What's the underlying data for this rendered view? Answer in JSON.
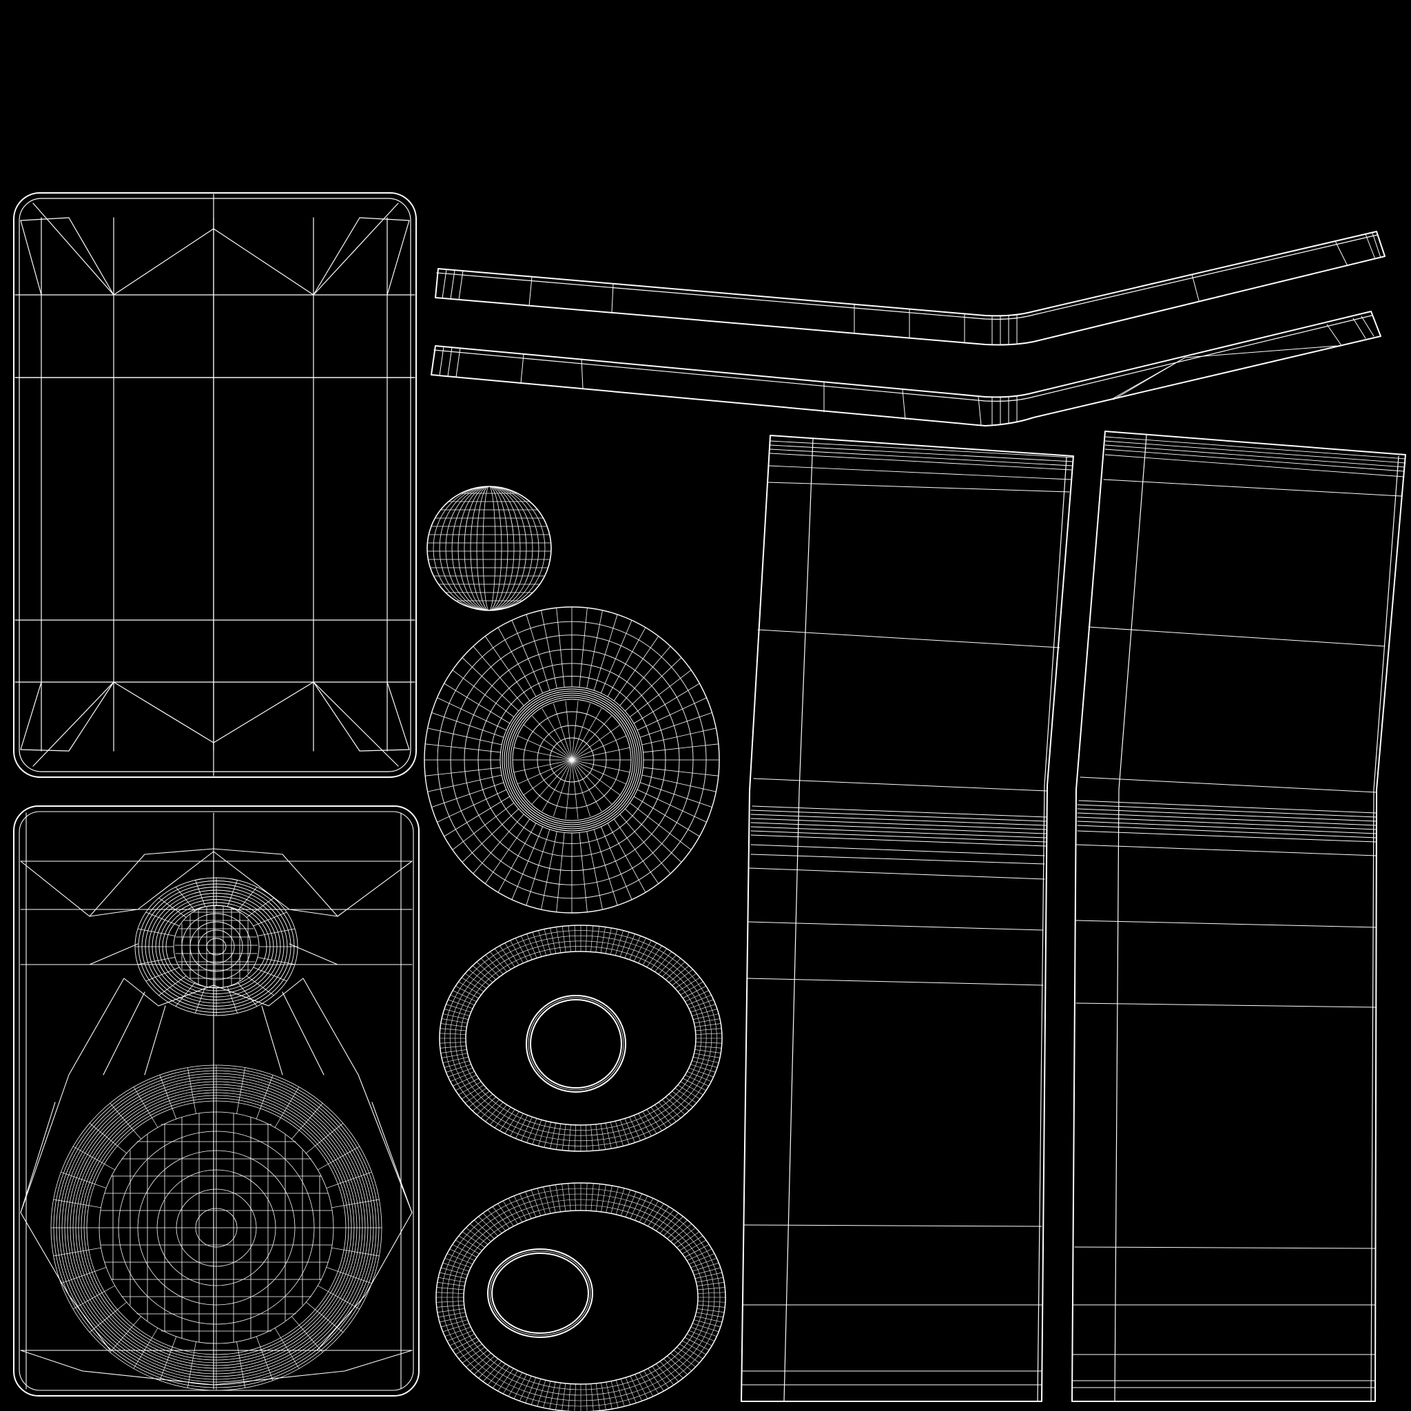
{
  "background_color": "#000000",
  "wire_color": "#ffffff",
  "uv_islands": [
    {
      "id": "front-panel",
      "shape": "rounded-rectangle-grid"
    },
    {
      "id": "speaker-panel",
      "shape": "rounded-rectangle-with-two-cone-grids"
    },
    {
      "id": "top-strip",
      "shape": "bent-strip"
    },
    {
      "id": "lower-strip",
      "shape": "bent-strip"
    },
    {
      "id": "small-sphere",
      "shape": "sphere-grid"
    },
    {
      "id": "radial-disc",
      "shape": "radial-disc"
    },
    {
      "id": "upper-ring",
      "shape": "elliptical-ring"
    },
    {
      "id": "lower-ring",
      "shape": "elliptical-ring"
    },
    {
      "id": "left-side-panel",
      "shape": "tall-panel-grid"
    },
    {
      "id": "right-side-panel",
      "shape": "tall-panel-grid"
    }
  ]
}
